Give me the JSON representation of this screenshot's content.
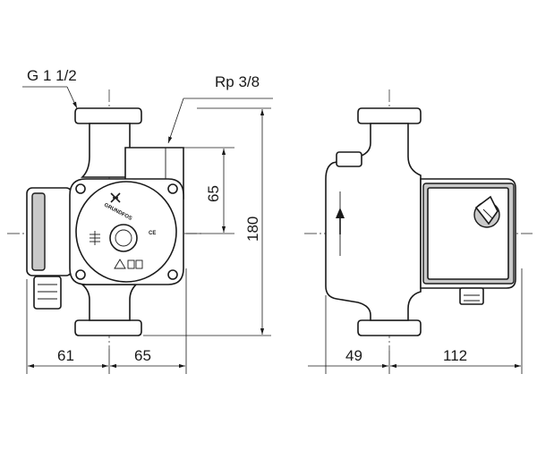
{
  "annotations": {
    "inlet_thread": "G 1 1/2",
    "port_thread": "Rp 3/8"
  },
  "dimensions": {
    "port_height": "65",
    "overall_height": "180",
    "front_left": "61",
    "front_right": "65",
    "side_left": "49",
    "side_right": "112"
  },
  "nameplate": {
    "brand": "GRUNDFOS",
    "ce_mark": "CE"
  }
}
